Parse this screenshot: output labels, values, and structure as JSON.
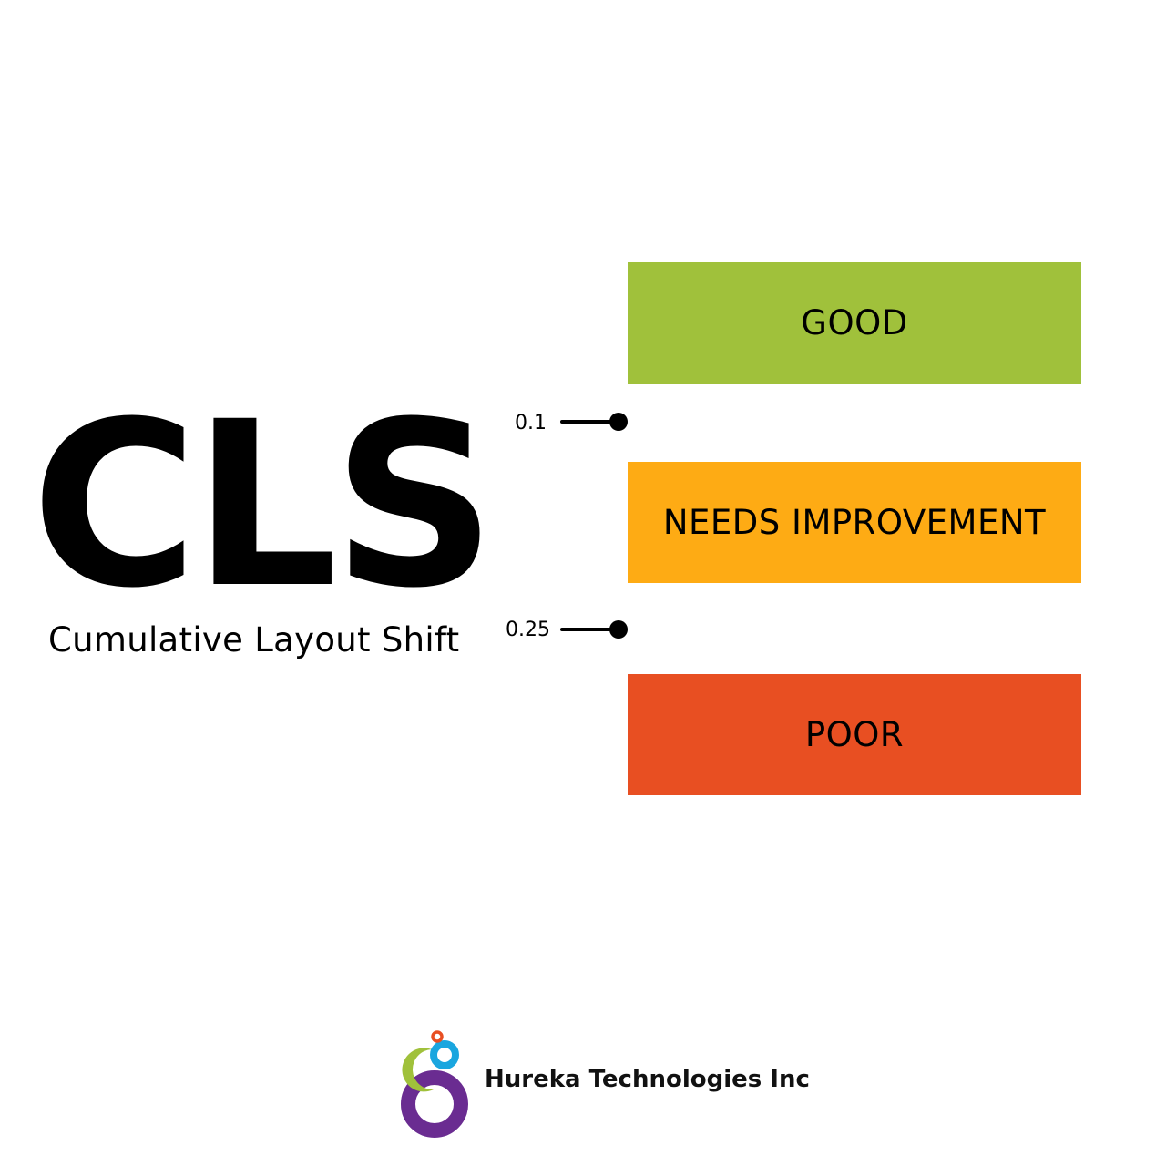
{
  "metric": {
    "acronym": "CLS",
    "full_name": "Cumulative Layout Shift"
  },
  "bands": [
    {
      "label": "GOOD",
      "color": "#a0c13b"
    },
    {
      "label": "NEEDS IMPROVEMENT",
      "color": "#feab14"
    },
    {
      "label": "POOR",
      "color": "#e84f22"
    }
  ],
  "thresholds": [
    {
      "value": "0.1"
    },
    {
      "value": "0.25"
    }
  ],
  "footer": {
    "company": "Hureka Technologies Inc",
    "logo_icon": "hureka-logo-icon",
    "logo_colors": {
      "purple": "#6a2c91",
      "green": "#a0c13b",
      "blue": "#1aa6df",
      "red": "#e84f22"
    }
  }
}
